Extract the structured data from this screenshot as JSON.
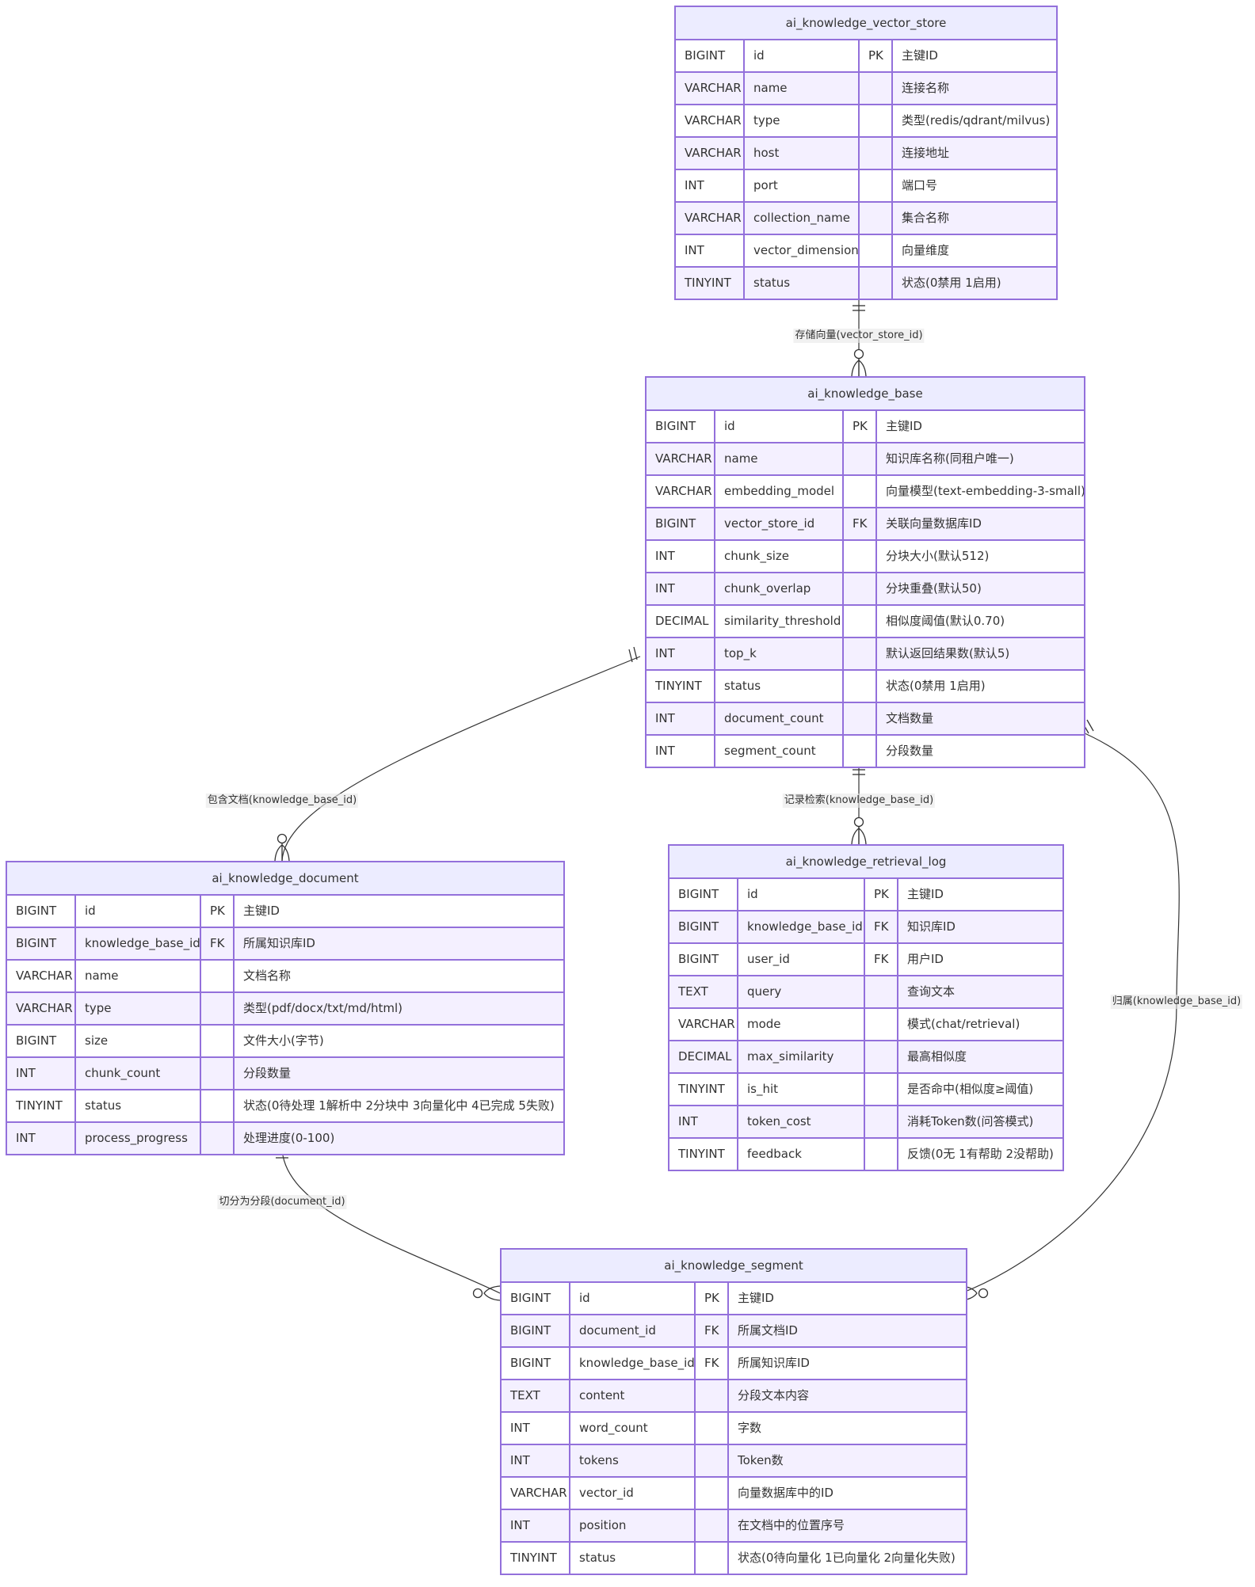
{
  "entities": [
    {
      "name": "ai_knowledge_vector_store",
      "columns": [
        {
          "type": "BIGINT",
          "field": "id",
          "key": "PK",
          "comment": "主键ID"
        },
        {
          "type": "VARCHAR",
          "field": "name",
          "key": "",
          "comment": "连接名称"
        },
        {
          "type": "VARCHAR",
          "field": "type",
          "key": "",
          "comment": "类型(redis/qdrant/milvus)"
        },
        {
          "type": "VARCHAR",
          "field": "host",
          "key": "",
          "comment": "连接地址"
        },
        {
          "type": "INT",
          "field": "port",
          "key": "",
          "comment": "端口号"
        },
        {
          "type": "VARCHAR",
          "field": "collection_name",
          "key": "",
          "comment": "集合名称"
        },
        {
          "type": "INT",
          "field": "vector_dimension",
          "key": "",
          "comment": "向量维度"
        },
        {
          "type": "TINYINT",
          "field": "status",
          "key": "",
          "comment": "状态(0禁用 1启用)"
        }
      ]
    },
    {
      "name": "ai_knowledge_base",
      "columns": [
        {
          "type": "BIGINT",
          "field": "id",
          "key": "PK",
          "comment": "主键ID"
        },
        {
          "type": "VARCHAR",
          "field": "name",
          "key": "",
          "comment": "知识库名称(同租户唯一)"
        },
        {
          "type": "VARCHAR",
          "field": "embedding_model",
          "key": "",
          "comment": "向量模型(text-embedding-3-small)"
        },
        {
          "type": "BIGINT",
          "field": "vector_store_id",
          "key": "FK",
          "comment": "关联向量数据库ID"
        },
        {
          "type": "INT",
          "field": "chunk_size",
          "key": "",
          "comment": "分块大小(默认512)"
        },
        {
          "type": "INT",
          "field": "chunk_overlap",
          "key": "",
          "comment": "分块重叠(默认50)"
        },
        {
          "type": "DECIMAL",
          "field": "similarity_threshold",
          "key": "",
          "comment": "相似度阈值(默认0.70)"
        },
        {
          "type": "INT",
          "field": "top_k",
          "key": "",
          "comment": "默认返回结果数(默认5)"
        },
        {
          "type": "TINYINT",
          "field": "status",
          "key": "",
          "comment": "状态(0禁用 1启用)"
        },
        {
          "type": "INT",
          "field": "document_count",
          "key": "",
          "comment": "文档数量"
        },
        {
          "type": "INT",
          "field": "segment_count",
          "key": "",
          "comment": "分段数量"
        }
      ]
    },
    {
      "name": "ai_knowledge_document",
      "columns": [
        {
          "type": "BIGINT",
          "field": "id",
          "key": "PK",
          "comment": "主键ID"
        },
        {
          "type": "BIGINT",
          "field": "knowledge_base_id",
          "key": "FK",
          "comment": "所属知识库ID"
        },
        {
          "type": "VARCHAR",
          "field": "name",
          "key": "",
          "comment": "文档名称"
        },
        {
          "type": "VARCHAR",
          "field": "type",
          "key": "",
          "comment": "类型(pdf/docx/txt/md/html)"
        },
        {
          "type": "BIGINT",
          "field": "size",
          "key": "",
          "comment": "文件大小(字节)"
        },
        {
          "type": "INT",
          "field": "chunk_count",
          "key": "",
          "comment": "分段数量"
        },
        {
          "type": "TINYINT",
          "field": "status",
          "key": "",
          "comment": "状态(0待处理 1解析中 2分块中 3向量化中 4已完成 5失败)"
        },
        {
          "type": "INT",
          "field": "process_progress",
          "key": "",
          "comment": "处理进度(0-100)"
        }
      ]
    },
    {
      "name": "ai_knowledge_retrieval_log",
      "columns": [
        {
          "type": "BIGINT",
          "field": "id",
          "key": "PK",
          "comment": "主键ID"
        },
        {
          "type": "BIGINT",
          "field": "knowledge_base_id",
          "key": "FK",
          "comment": "知识库ID"
        },
        {
          "type": "BIGINT",
          "field": "user_id",
          "key": "FK",
          "comment": "用户ID"
        },
        {
          "type": "TEXT",
          "field": "query",
          "key": "",
          "comment": "查询文本"
        },
        {
          "type": "VARCHAR",
          "field": "mode",
          "key": "",
          "comment": "模式(chat/retrieval)"
        },
        {
          "type": "DECIMAL",
          "field": "max_similarity",
          "key": "",
          "comment": "最高相似度"
        },
        {
          "type": "TINYINT",
          "field": "is_hit",
          "key": "",
          "comment": "是否命中(相似度≥阈值)"
        },
        {
          "type": "INT",
          "field": "token_cost",
          "key": "",
          "comment": "消耗Token数(问答模式)"
        },
        {
          "type": "TINYINT",
          "field": "feedback",
          "key": "",
          "comment": "反馈(0无 1有帮助 2没帮助)"
        }
      ]
    },
    {
      "name": "ai_knowledge_segment",
      "columns": [
        {
          "type": "BIGINT",
          "field": "id",
          "key": "PK",
          "comment": "主键ID"
        },
        {
          "type": "BIGINT",
          "field": "document_id",
          "key": "FK",
          "comment": "所属文档ID"
        },
        {
          "type": "BIGINT",
          "field": "knowledge_base_id",
          "key": "FK",
          "comment": "所属知识库ID"
        },
        {
          "type": "TEXT",
          "field": "content",
          "key": "",
          "comment": "分段文本内容"
        },
        {
          "type": "INT",
          "field": "word_count",
          "key": "",
          "comment": "字数"
        },
        {
          "type": "INT",
          "field": "tokens",
          "key": "",
          "comment": "Token数"
        },
        {
          "type": "VARCHAR",
          "field": "vector_id",
          "key": "",
          "comment": "向量数据库中的ID"
        },
        {
          "type": "INT",
          "field": "position",
          "key": "",
          "comment": "在文档中的位置序号"
        },
        {
          "type": "TINYINT",
          "field": "status",
          "key": "",
          "comment": "状态(0待向量化 1已向量化 2向量化失败)"
        }
      ]
    }
  ],
  "relationships": [
    {
      "from": "ai_knowledge_vector_store",
      "to": "ai_knowledge_base",
      "label": "存储向量(vector_store_id)",
      "from_cardinality": "exactly-one",
      "to_cardinality": "zero-or-many"
    },
    {
      "from": "ai_knowledge_base",
      "to": "ai_knowledge_document",
      "label": "包含文档(knowledge_base_id)",
      "from_cardinality": "exactly-one",
      "to_cardinality": "zero-or-many"
    },
    {
      "from": "ai_knowledge_base",
      "to": "ai_knowledge_retrieval_log",
      "label": "记录检索(knowledge_base_id)",
      "from_cardinality": "exactly-one",
      "to_cardinality": "zero-or-many"
    },
    {
      "from": "ai_knowledge_base",
      "to": "ai_knowledge_segment",
      "label": "归属(knowledge_base_id)",
      "from_cardinality": "exactly-one",
      "to_cardinality": "zero-or-many"
    },
    {
      "from": "ai_knowledge_document",
      "to": "ai_knowledge_segment",
      "label": "切分为分段(document_id)",
      "from_cardinality": "exactly-one",
      "to_cardinality": "zero-or-many"
    }
  ],
  "colors": {
    "entity_fill": "#ECECFF",
    "entity_border": "#9370DB",
    "row_alt": "#F4F0FF",
    "line": "#333333"
  }
}
